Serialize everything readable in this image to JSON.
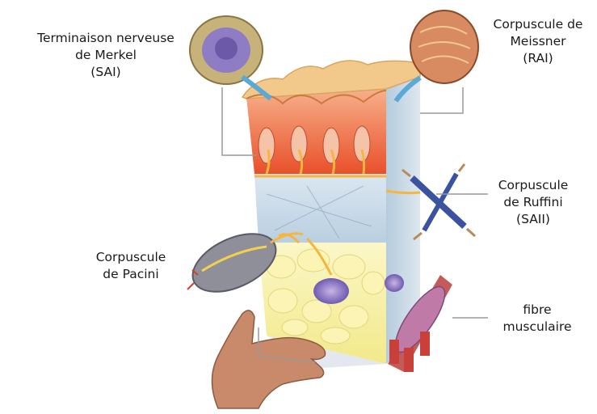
{
  "labels": {
    "merkel": {
      "line1": "Terminaison nerveuse",
      "line2": "de Merkel",
      "line3": "(SAI)"
    },
    "meissner": {
      "line1": "Corpuscule de",
      "line2": "Meissner",
      "line3": "(RAI)"
    },
    "ruffini": {
      "line1": "Corpuscule",
      "line2": "de Ruffini",
      "line3": "(SAII)"
    },
    "pacini": {
      "line1": "Corpuscule",
      "line2": "de Pacini"
    },
    "fibre": {
      "line1": "fibre",
      "line2": "musculaire"
    }
  },
  "colors": {
    "dermis": "#e8502a",
    "epidermis": "#f2c98a",
    "hypodermis_fat": "#f7f2a8",
    "connective": "#cfe0ee",
    "nerve": "#f5b640",
    "leader_line": "#9a9a9a",
    "skin_hand": "#c98a6c",
    "muscle": "#b8403c"
  }
}
